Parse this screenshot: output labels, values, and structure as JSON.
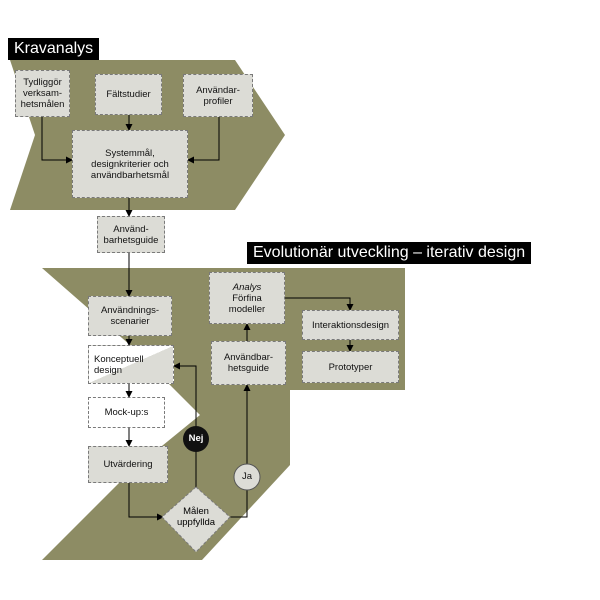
{
  "kravanalys": {
    "title": "Kravanalys",
    "tydliggor": "Tydliggör\nverksam-\nhetsmålen",
    "faltstudier": "Fältstudier",
    "anvandarprofiler": "Användar-\nprofiler",
    "systemmal": "Systemmål,\ndesignkriterier och\nanvändbarhetsmål",
    "anvandbarhetsguide": "Använd-\nbarhetsguide"
  },
  "evolutionar": {
    "title": "Evolutionär utveckling – iterativ design",
    "anvandningsscenarier": "Användnings-\nscenarier",
    "konceptuell_design": "Konceptuell\ndesign",
    "mockups": "Mock-up:s",
    "utvardering": "Utvärdering",
    "nej": "Nej",
    "ja": "Ja",
    "malen_uppfyllda": "Målen\nuppfyllda",
    "anvandbarhetsguide": "Användbar-\nhetsguide",
    "analys_italic": "Analys",
    "forfina": "Förfina\nmodeller",
    "interaktionsdesign": "Interaktionsdesign",
    "prototyper": "Prototyper"
  },
  "colors": {
    "olive": "#8d8c64",
    "node": "#dcdcd6",
    "arrow": "#000000"
  }
}
